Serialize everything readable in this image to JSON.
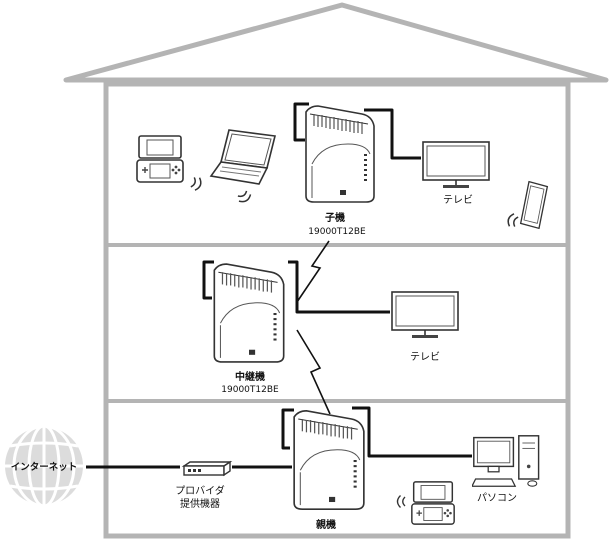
{
  "labels": {
    "child_name": "子機",
    "child_model": "19000T12BE",
    "relay_name": "中継機",
    "relay_model": "19000T12BE",
    "parent_name": "親機",
    "tv_top": "テレビ",
    "tv_mid": "テレビ",
    "internet": "インターネット",
    "provider_line1": "プロバイダ",
    "provider_line2": "提供機器",
    "pc": "パソコン"
  },
  "colors": {
    "house_outline": "#b4b4b4",
    "cable": "#111111",
    "device_line": "#333333",
    "globe_fill": "#dcdcdc"
  }
}
